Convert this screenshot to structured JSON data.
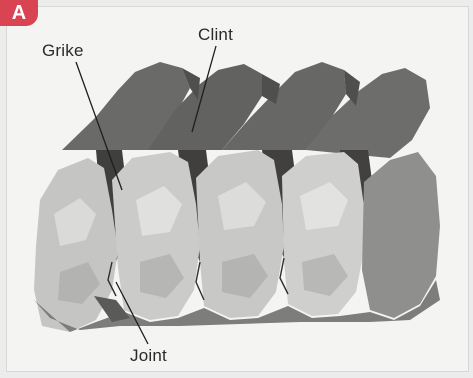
{
  "figure": {
    "badge": "A",
    "labels": {
      "grike": "Grike",
      "clint": "Clint",
      "joint": "Joint"
    }
  },
  "colors": {
    "badge": "#d94452",
    "rock_dark": "#5e5e5c",
    "rock_mid": "#8a8a88",
    "rock_light": "#c9c9c7",
    "grike_shadow": "#3f3f3d"
  }
}
